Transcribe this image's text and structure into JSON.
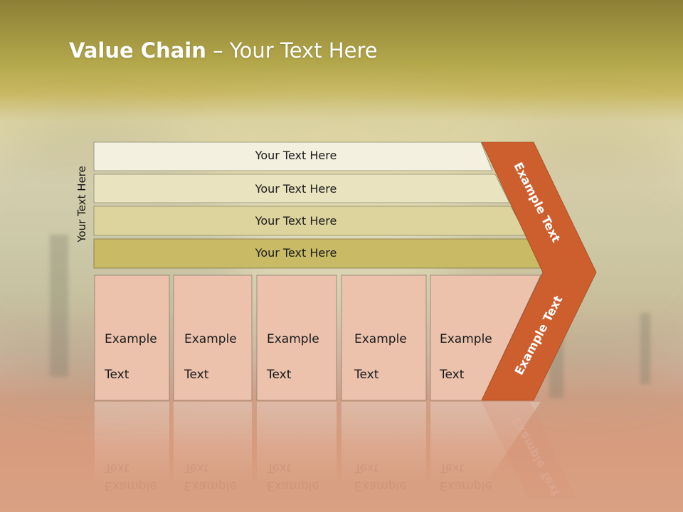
{
  "title": {
    "bold": "Value Chain",
    "rest": " – Your Text Here"
  },
  "side_label": "Your Text Here",
  "support_rows": [
    "Your Text Here",
    "Your Text Here",
    "Your Text Here",
    "Your Text Here"
  ],
  "primary_activities": [
    {
      "line1": "Example",
      "line2": "Text"
    },
    {
      "line1": "Example",
      "line2": "Text"
    },
    {
      "line1": "Example",
      "line2": "Text"
    },
    {
      "line1": "Example",
      "line2": "Text"
    },
    {
      "line1": "Example",
      "line2": "Text"
    }
  ],
  "margin_upper": "Example Text",
  "margin_lower": "Example Text",
  "colors": {
    "row_1": "#f3f0df",
    "row_2": "#e9e3bf",
    "row_3": "#ddd39c",
    "row_4": "#c9bb66",
    "activity_fill": "#ecc2ad",
    "margin_arrow": "#cd5f2e"
  }
}
